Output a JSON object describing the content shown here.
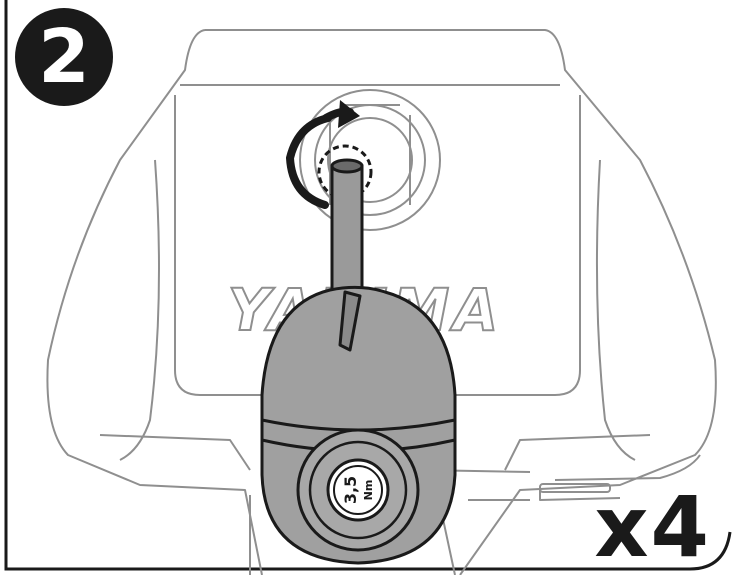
{
  "step": {
    "number": "2"
  },
  "brand": {
    "logo_text": "YAKIMA"
  },
  "tool": {
    "torque_value": "3,5",
    "torque_unit": "Nm"
  },
  "instruction": {
    "multiplier": "x4"
  },
  "icons": {
    "rotation": "clockwise-arrow-icon",
    "bolt": "bolt-target-icon"
  },
  "colors": {
    "ink": "#1a1a1a",
    "line": "#8a8a8a",
    "tool_fill": "#a0a0a0",
    "tool_dark": "#7c7c7c",
    "paper": "#ffffff"
  }
}
